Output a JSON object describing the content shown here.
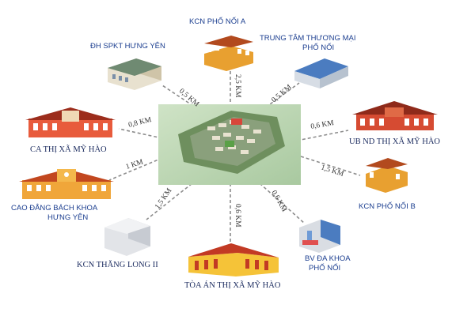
{
  "center": {
    "name": "aerial-project-map"
  },
  "places": [
    {
      "id": "kcn-pho-noi-a",
      "label": "KCN PHỐ NỐI A",
      "distance": "2,5 KM"
    },
    {
      "id": "tttm-pho-noi",
      "label_line1": "TRUNG TÂM THƯƠNG MẠI",
      "label_line2": "PHỐ NỐI",
      "distance": "0,5 KM"
    },
    {
      "id": "ub-nd-tx-my-hao",
      "label": "UB ND THỊ XÃ MỸ HÀO",
      "distance": "0,6 KM"
    },
    {
      "id": "kcn-pho-noi-b",
      "label": "KCN PHỐ NỐI B",
      "distance": "1,5 KM"
    },
    {
      "id": "bv-da-khoa-pho-noi",
      "label_line1": "BV ĐA KHOA",
      "label_line2": "PHỐ NỐI",
      "distance": "0,6 KM"
    },
    {
      "id": "toa-an-tx-my-hao",
      "label": "TÒA ÁN THỊ XÃ MỸ HÀO",
      "distance": "0,6 KM"
    },
    {
      "id": "kcn-thang-long-ii",
      "label": "KCN THĂNG LONG II",
      "distance": "1,5 KM"
    },
    {
      "id": "cao-dang-bach-khoa",
      "label_line1": "CAO ĐẲNG BÁCH KHOA",
      "label_line2": "HƯNG YÊN",
      "distance": "1 KM"
    },
    {
      "id": "ca-tx-my-hao",
      "label": "CA THỊ XÃ MỸ HÀO",
      "distance": "0,8 KM"
    },
    {
      "id": "dh-spkt-hung-yen",
      "label": "ĐH SPKT HƯNG YÊN",
      "distance": "0,5 KM"
    }
  ]
}
